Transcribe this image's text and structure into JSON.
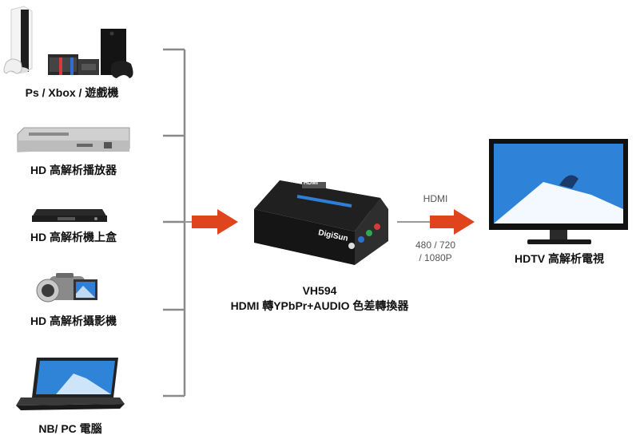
{
  "sources": [
    {
      "label": "Ps / Xbox / 遊戲機",
      "icon": "game-consoles-icon"
    },
    {
      "label": "HD 高解析播放器",
      "icon": "hd-player-icon"
    },
    {
      "label": "HD 高解析機上盒",
      "icon": "set-top-box-icon"
    },
    {
      "label": "HD 高解析攝影機",
      "icon": "camcorder-icon"
    },
    {
      "label": "NB/ PC 電腦",
      "icon": "laptop-icon"
    }
  ],
  "converter": {
    "model": "VH594",
    "description": "HDMI 轉YPbPr+AUDIO 色差轉換器",
    "device_brand": "DigiSun",
    "device_port_label": "HDMI"
  },
  "output_link": {
    "label_top": "HDMI",
    "label_bottom_1": "480 / 720",
    "label_bottom_2": "/ 1080P"
  },
  "destination": {
    "label": "HDTV 高解析電視",
    "icon": "hdtv-icon"
  },
  "colors": {
    "arrow": "#e0441c",
    "bracket": "#8a8a8a",
    "link_line": "#9a9a9a"
  }
}
